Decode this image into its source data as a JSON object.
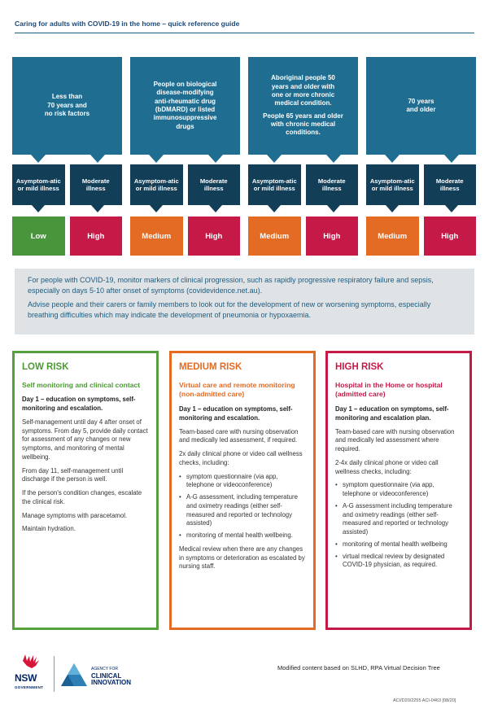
{
  "header": {
    "title": "Caring for adults with COVID-19 in the home – quick reference guide"
  },
  "colors": {
    "teal": "#1f6d90",
    "navy": "#123e58",
    "low": "#49953b",
    "medium": "#e36b24",
    "high": "#c51a48",
    "info_bg": "#dfe3e5"
  },
  "columns": [
    {
      "group": [
        "Less than",
        "70 years and",
        "no risk factors"
      ],
      "group2": "",
      "mild": "Asymptom-atic or mild illness",
      "moderate": "Moderate illness",
      "risk_mild": "Low",
      "risk_moderate": "High"
    },
    {
      "group": [
        "People on biological",
        "disease-modifying",
        "anti-rheumatic drug",
        "(bDMARD) or listed",
        "immunosuppressive",
        "drugs"
      ],
      "group2": "",
      "mild": "Asymptom-atic or mild illness",
      "moderate": "Moderate illness",
      "risk_mild": "Medium",
      "risk_moderate": "High"
    },
    {
      "group": [
        "Aboriginal people 50",
        "years and older with",
        "one or more chronic",
        "medical condition."
      ],
      "group2": "People 65 years and older with chronic medical conditions.",
      "mild": "Asymptom-atic or mild illness",
      "moderate": "Moderate illness",
      "risk_mild": "Medium",
      "risk_moderate": "High"
    },
    {
      "group": [
        "70 years",
        "and older"
      ],
      "group2": "",
      "mild": "Asymptom-atic or mild illness",
      "moderate": "Moderate illness",
      "risk_mild": "Medium",
      "risk_moderate": "High"
    }
  ],
  "info": {
    "p1": "For people with COVID-19, monitor markers of clinical progression, such as rapidly progressive respiratory failure and sepsis, especially on days 5-10 after onset of symptoms (covidevidence.net.au).",
    "p2": "Advise people and their carers or family members to look out for the development of new or worsening symptoms, especially breathing difficulties which may indicate the development of pneumonia or hypoxaemia."
  },
  "low_box": {
    "heading": "LOW RISK",
    "sub": "Self monitoring and clinical contact",
    "p1": "Day 1 – education on symptoms, self-monitoring and escalation.",
    "p2": "Self-management until day 4 after onset of symptoms. From day 5, provide daily contact for assessment of any changes or new symptoms, and monitoring of mental wellbeing.",
    "p3": "From day 11, self-management until discharge if the person is well.",
    "p4": "If the person's condition changes, escalate the clinical risk.",
    "p5": "Manage symptoms with paracetamol.",
    "p6": "Maintain hydration."
  },
  "medium_box": {
    "heading": "MEDIUM RISK",
    "sub": "Virtual care and remote monitoring (non-admitted care)",
    "p1": "Day 1 – education on symptoms, self-monitoring and escalation.",
    "p2": "Team-based care with nursing observation and medically led assessment, if required.",
    "p3": "2x daily clinical phone or video call wellness checks, including:",
    "bullets": [
      "symptom questionnaire (via app, telephone or videoconference)",
      "A-G assessment, including temperature and oximetry readings (either self-measured and reported or technology assisted)",
      "monitoring of mental health wellbeing."
    ],
    "p4": "Medical review when there are any changes in symptoms or deterioration as escalated by nursing staff."
  },
  "high_box": {
    "heading": "HIGH RISK",
    "sub": "Hospital in the Home or hospital (admitted care)",
    "p1": "Day 1 – education on symptoms, self-monitoring and escalation plan.",
    "p2": "Team-based care with nursing observation and medically led assessment where required.",
    "p3": "2-4x daily clinical phone or video call wellness checks, including:",
    "bullets": [
      "symptom questionnaire (via app, telephone or videoconference)",
      "A-G assessment including temperature and oximetry readings (either self-measured and reported or technology assisted)",
      "monitoring of mental health wellbeing",
      "virtual medical review by designated COVID-19 physician, as required."
    ]
  },
  "footer": {
    "nsw": "NSW",
    "nsw_gov": "GOVERNMENT",
    "aci_small": "AGENCY FOR",
    "aci_big1": "CLINICAL",
    "aci_big2": "INNOVATION",
    "credit": "Modified content based on SLHD, RPA Virtual Decision Tree",
    "ref": "ACI/D20/2255 ACI-0463 [08/20]"
  }
}
